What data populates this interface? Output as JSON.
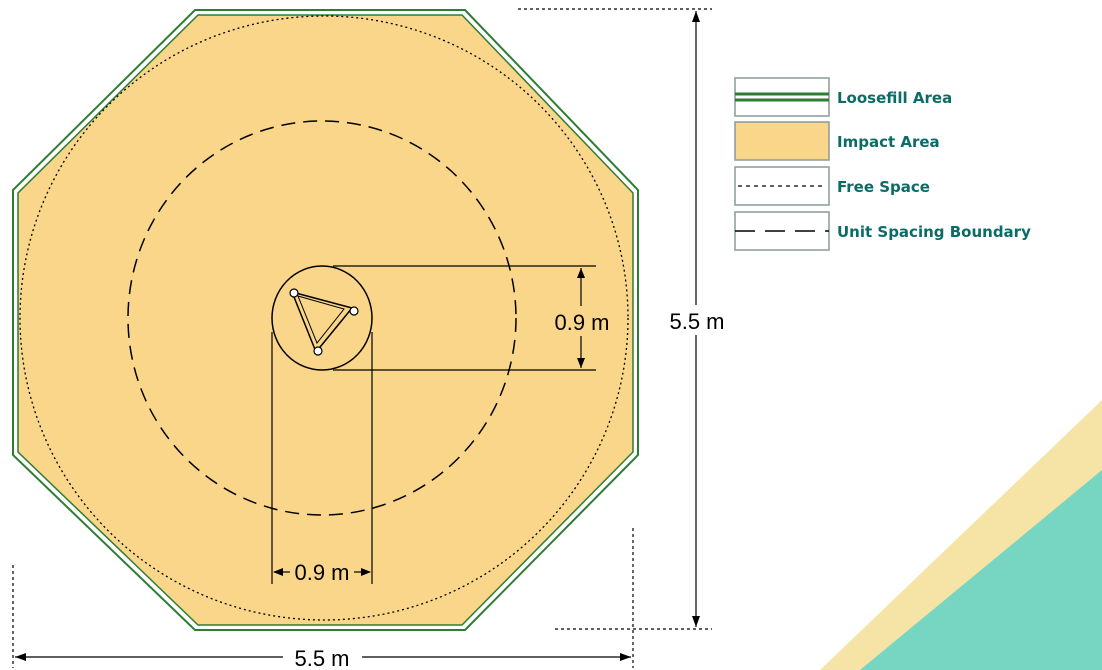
{
  "diagram": {
    "dimensions": {
      "overall_width": "5.5 m",
      "overall_height": "5.5 m",
      "unit_width": "0.9 m",
      "unit_height": "0.9 m"
    },
    "legend": [
      {
        "key": "loosefill",
        "label": "Loosefill Area",
        "color": "#2e7d32"
      },
      {
        "key": "impact",
        "label": "Impact Area",
        "color": "#f9d68a"
      },
      {
        "key": "free_space",
        "label": "Free Space",
        "color": "#000000"
      },
      {
        "key": "spacing",
        "label": "Unit Spacing Boundary",
        "color": "#000000"
      }
    ],
    "colors": {
      "impact_fill": "#f9d68a",
      "loosefill_stroke": "#2e7d32",
      "legend_text": "#0b6b66",
      "accent_teal": "#5fd3c6",
      "accent_yellow": "#f5e4a6"
    }
  }
}
